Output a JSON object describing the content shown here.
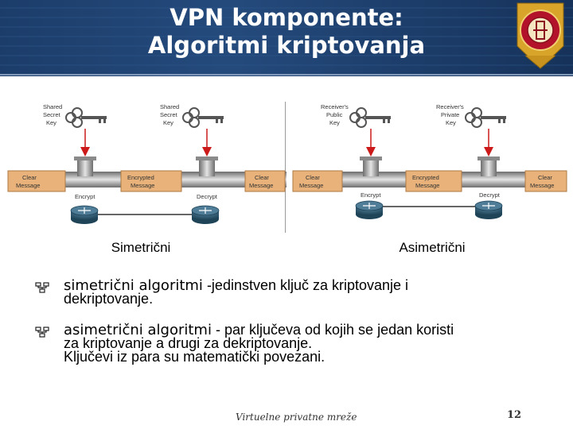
{
  "header": {
    "title_line1": "VPN komponente:",
    "title_line2": "Algoritmi kriptovanja",
    "logo_icon": "university-crest-icon",
    "background_color": "#1c3d6a",
    "logo_color": "#b2122a"
  },
  "diagram": {
    "symmetric": {
      "left_key": [
        "Shared",
        "Secret",
        "Key"
      ],
      "right_key": [
        "Shared",
        "Secret",
        "Key"
      ],
      "left_message": [
        "Clear",
        "Message"
      ],
      "middle_message": [
        "Encrypted",
        "Message"
      ],
      "right_message": [
        "Clear",
        "Message"
      ],
      "encrypt": "Encrypt",
      "decrypt": "Decrypt",
      "caption": "Simetrični"
    },
    "asymmetric": {
      "left_key": [
        "Receiver's",
        "Public",
        "Key"
      ],
      "right_key": [
        "Receiver's",
        "Private",
        "Key"
      ],
      "left_message": [
        "Clear",
        "Message"
      ],
      "middle_message": [
        "Encrypted",
        "Message"
      ],
      "right_message": [
        "Clear",
        "Message"
      ],
      "encrypt": "Encrypt",
      "decrypt": "Decrypt",
      "caption": "Asimetrični"
    },
    "arrow_color": "#cc1a1a",
    "message_color": "#e8b27a"
  },
  "bullets": [
    {
      "icon": "network-bullet-icon",
      "keyword": "simetrični algoritmi",
      "line1_rest": " -jedinstven ključ za kriptovanje i",
      "line2": "dekriptovanje."
    },
    {
      "icon": "network-bullet-icon",
      "keyword": "asimetrični algoritmi",
      "line1_rest": " - par ključeva od kojih se jedan koristi",
      "line2": "za kriptovanje a drugi za dekriptovanje.",
      "line3": "Ključevi iz para su matematički povezani."
    }
  ],
  "footer": {
    "text": "Virtuelne privatne mreže",
    "page_number": "12"
  }
}
